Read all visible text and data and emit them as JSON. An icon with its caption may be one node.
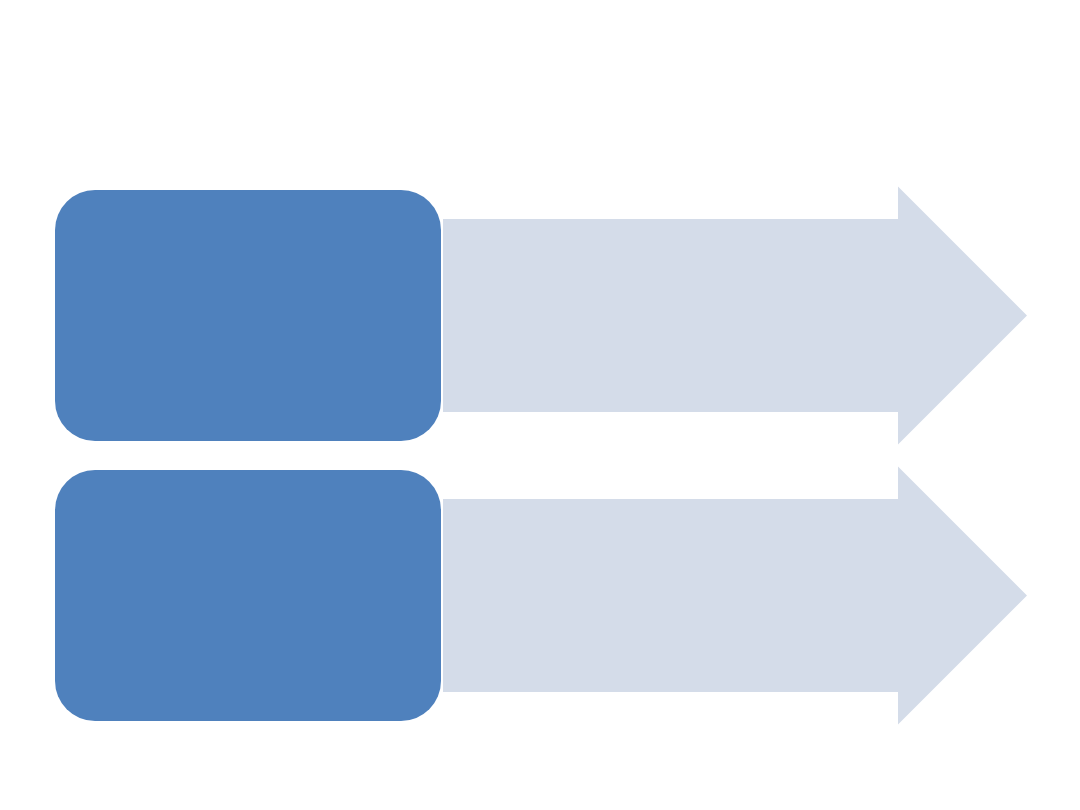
{
  "diagram": {
    "nodes": [
      {
        "text": [],
        "shape": "box"
      },
      {
        "text": [],
        "shape": "box"
      }
    ],
    "edges": [
      {
        "from": 0,
        "to": null,
        "arrow": "to",
        "style": "thick"
      },
      {
        "from": 1,
        "to": null,
        "arrow": "to",
        "style": "thick"
      }
    ]
  }
}
